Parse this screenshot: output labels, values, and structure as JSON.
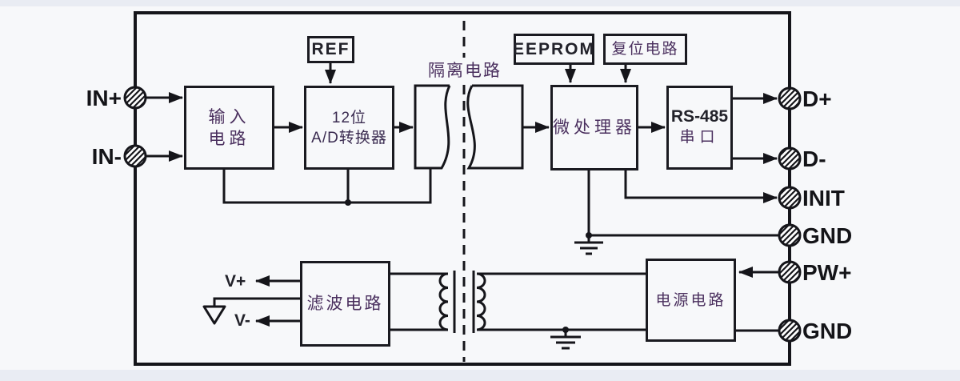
{
  "diagram_type": "isolated RS-485 acquisition module block diagram",
  "blocks": {
    "input": {
      "line1": "输入",
      "line2": "电路"
    },
    "ref": {
      "label": "REF"
    },
    "adc": {
      "line1": "12位",
      "line2": "A/D转换器"
    },
    "eeprom": {
      "label": "EEPROM"
    },
    "reset": {
      "label": "复位电路"
    },
    "mcu": {
      "label": "微处理器"
    },
    "rs485": {
      "line1": "RS-485",
      "line2": "串口"
    },
    "filter": {
      "label": "滤波电路"
    },
    "power": {
      "label": "电源电路"
    }
  },
  "labels": {
    "isolation": "隔离电路",
    "v_plus": "V+",
    "v_minus": "V-"
  },
  "terminals": {
    "left": [
      {
        "label": "IN+"
      },
      {
        "label": "IN-"
      }
    ],
    "right": [
      {
        "label": "D+"
      },
      {
        "label": "D-"
      },
      {
        "label": "INIT"
      },
      {
        "label": "GND"
      },
      {
        "label": "PW+"
      },
      {
        "label": "GND"
      }
    ]
  },
  "colors": {
    "line": "#15151a",
    "cjk_text": "#4a2f5e",
    "latin_text": "#22222a",
    "background": "#f7f8fa",
    "edge_strip": "#e9ecf3"
  }
}
